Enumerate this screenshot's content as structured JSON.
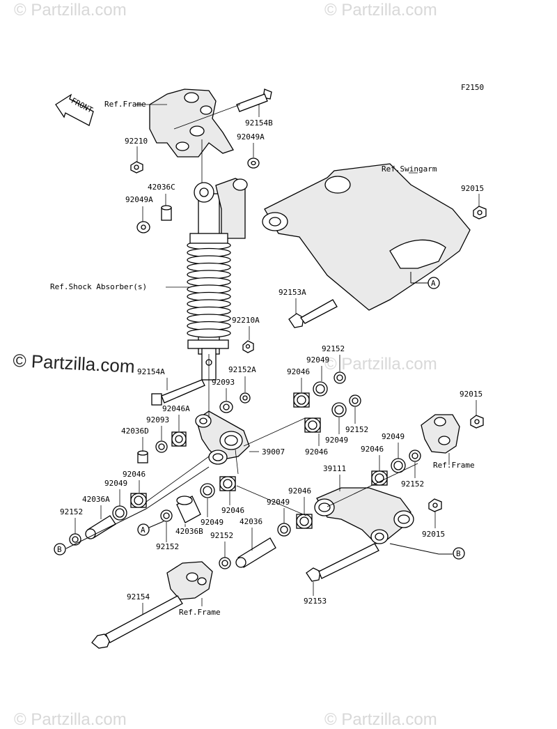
{
  "watermarks": {
    "top_left": "© Partzilla.com",
    "top_right": "© Partzilla.com",
    "middle": "© Partzilla.com",
    "mid_faint": "© Partzilla.com",
    "bottom_left": "© Partzilla.com",
    "bottom_right": "© Partzilla.com"
  },
  "figure_code": "F2150",
  "front_arrow_label": "FRONT",
  "references": {
    "frame_top": "Ref.Frame",
    "swingarm": "Ref.Swingarm",
    "shock": "Ref.Shock Absorber(s)",
    "frame_right": "Ref.Frame",
    "frame_bottom": "Ref.Frame"
  },
  "callouts": {
    "a1": "A",
    "a2": "A",
    "b1": "B",
    "b2": "B"
  },
  "part_labels": {
    "p92154B": "92154B",
    "p92210": "92210",
    "p92049A_top": "92049A",
    "p42036C": "42036C",
    "p92049A_left": "92049A",
    "p92015_top": "92015",
    "p92153A": "92153A",
    "p92210A": "92210A",
    "p92152_top": "92152",
    "p92049_top": "92049",
    "p92154A": "92154A",
    "p92152A": "92152A",
    "p92093_top": "92093",
    "p92046_top": "92046",
    "p92015_right": "92015",
    "p92046A": "92046A",
    "p92093_mid": "92093",
    "p92152_mid": "92152",
    "p42036D": "42036D",
    "p92049_mid": "92049",
    "p39007": "39007",
    "p92046_mid": "92046",
    "p92049_r": "92049",
    "p92046_r": "92046",
    "p92152_r": "92152",
    "p92046_left": "92046",
    "p39111": "39111",
    "p92049_left": "92049",
    "p92046_lower": "92046",
    "p42036A": "42036A",
    "p92049_lower": "92049",
    "p92152_left": "92152",
    "p42036B": "42036B",
    "p92049_b": "92049",
    "p92046_b": "92046",
    "p92152_b": "92152",
    "p42036": "42036",
    "p92152_c": "92152",
    "p92015_bottom": "92015",
    "p92154": "92154",
    "p92153": "92153"
  }
}
